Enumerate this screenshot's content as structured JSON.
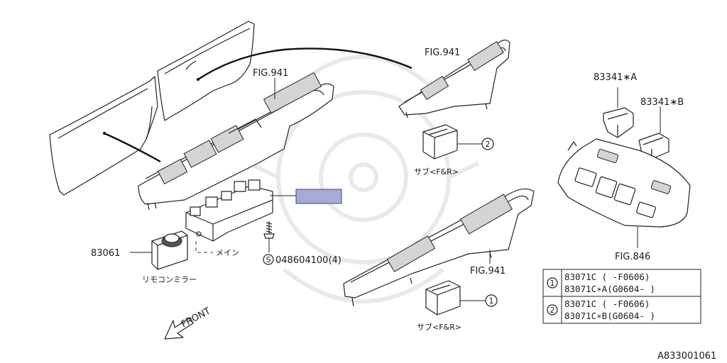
{
  "labels": {
    "fig941_top": "FIG.941",
    "fig941_left": "FIG.941",
    "fig941_bottom": "FIG.941",
    "fig846": "FIG.846",
    "part_83341a": "83341∗A",
    "part_83341b": "83341∗B",
    "part_83061": "83061",
    "remote_mirror": "リモコンミラー",
    "main": "メイン",
    "sub_top": "サブ<F&R>",
    "sub_bottom": "サブ<F&R>",
    "screw_code": "048604100(4)",
    "screw_marker": "S",
    "callout_2": "2",
    "callout_1": "1",
    "front": "FRONT",
    "diagram_id": "A833001061"
  },
  "highlight_color": "#a7a9d6",
  "table": {
    "rows": [
      {
        "marker": "1",
        "lines": [
          "83071C  (  -F0606)",
          "83071C∗A(G0604-  )"
        ]
      },
      {
        "marker": "2",
        "lines": [
          "83071C  (  -F0606)",
          "83071C∗B(G0604-  )"
        ]
      }
    ]
  }
}
